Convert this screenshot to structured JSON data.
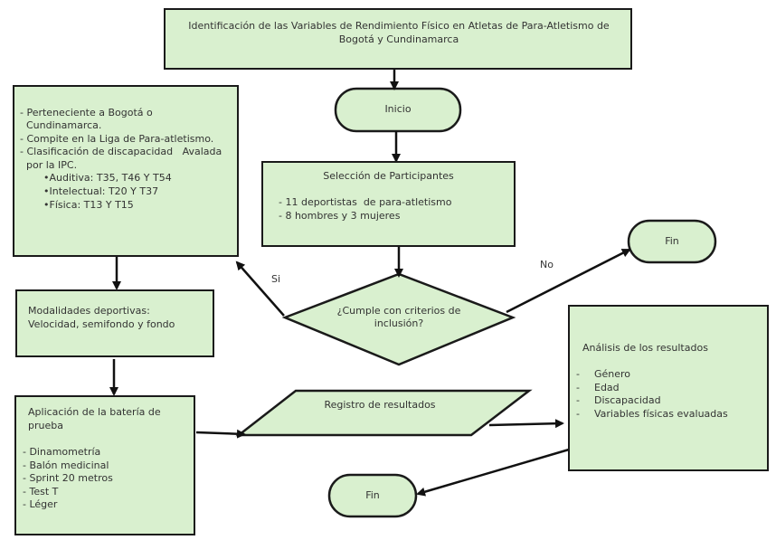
{
  "title": {
    "line1": "Identificación  de las Variables de Rendimiento Físico en Atletas de Para-Atletismo  de",
    "line2": "Bogotá y Cundinamarca"
  },
  "inicio": "Inicio",
  "seleccion": {
    "heading": "Selección de Participantes",
    "items": [
      "- 11 deportistas  de para-atletismo",
      "- 8 hombres y 3 mujeres"
    ]
  },
  "criterios": {
    "lines": [
      "- Perteneciente a Bogotá o",
      "  Cundinamarca.",
      "- Compite en la Liga de Para-atletismo.",
      "- Clasificación de discapacidad   Avalada",
      "  por la IPC."
    ],
    "bullets": [
      "Auditiva: T35, T46 Y T54",
      "Intelectual: T20 Y T37",
      "Física: T13 Y T15"
    ]
  },
  "decision": {
    "line1": "¿Cumple con criterios de",
    "line2": "inclusión?",
    "yes_label": "Si",
    "no_label": "No"
  },
  "fin_top": "Fin",
  "modalidades": {
    "line1": "Modalidades  deportivas:",
    "line2": "Velocidad, semifondo y fondo"
  },
  "bateria": {
    "line1": "Aplicación de la batería  de",
    "line2": "prueba",
    "items": [
      "- Dinamometría",
      "- Balón medicinal",
      "- Sprint 20 metros",
      "- Test T",
      "- Léger"
    ]
  },
  "registro": "Registro de resultados",
  "analisis": {
    "heading": "Análisis de los resultados",
    "items": [
      "Género",
      "Edad",
      "Discapacidad",
      "Variables físicas evaluadas"
    ]
  },
  "fin_bottom": "Fin",
  "colors": {
    "fill": "#d9f0cf",
    "stroke": "#1a1a1a"
  }
}
